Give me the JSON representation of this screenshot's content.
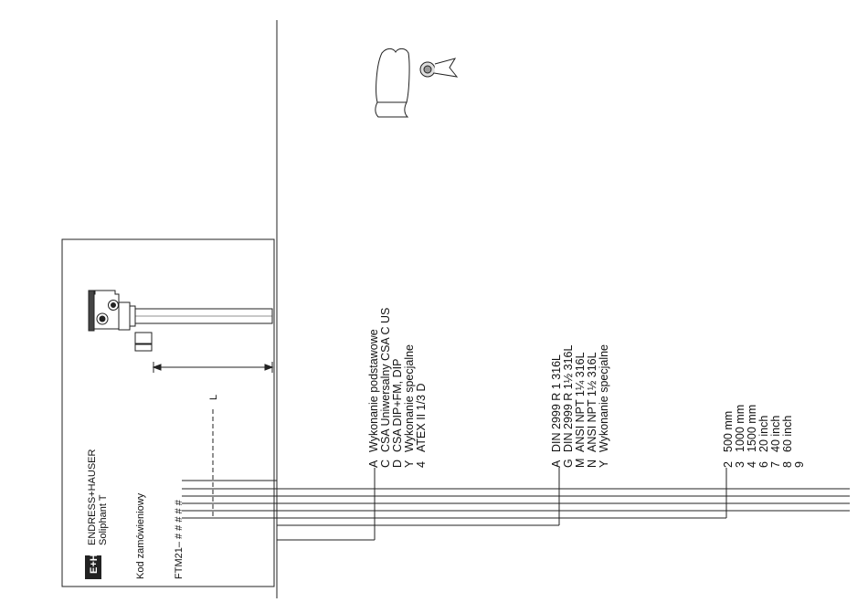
{
  "product_box": {
    "brand": "ENDRESS+HAUSER",
    "model": "Soliphant T",
    "order_code_label": "Kod zamówieniowy",
    "order_code_pattern": "FTM21– # # # # #",
    "dimension_label": "L",
    "logo_text": "E+H"
  },
  "groups": [
    {
      "id": "approval",
      "codes": [
        "A",
        "C",
        "D",
        "Y",
        "4"
      ],
      "labels": [
        "Wykonanie podstawowe",
        "CSA Uniwersalny CSA C US",
        "CSA DIP+FM, DIP",
        "Wykonanie specjalne",
        "ATEX II 1/3 D"
      ]
    },
    {
      "id": "process-connection",
      "codes": [
        "A",
        "G",
        "M",
        "N",
        "Y"
      ],
      "labels": [
        "DIN 2999  R 1          316L",
        "DIN 2999  R 1½        316L",
        "ANSI       NPT 1¼  316L",
        "ANSI       NPT 1½  316L",
        "Wykonanie specjalne"
      ]
    },
    {
      "id": "probe-length",
      "codes": [
        "2",
        "3",
        "4",
        "6",
        "7",
        "8",
        "9"
      ],
      "labels": [
        "500 mm",
        "1000 mm",
        "1500 mm",
        "20 inch",
        "40 inch",
        "60 inch",
        ""
      ]
    }
  ],
  "icons": {
    "certificate": "certificate-scroll-icon",
    "device": "level-switch-device-icon"
  }
}
